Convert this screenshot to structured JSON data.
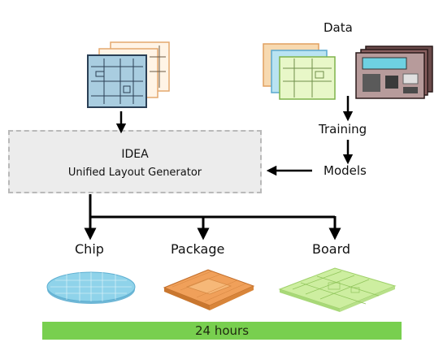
{
  "labels": {
    "data": "Data",
    "training": "Training",
    "models": "Models",
    "chip": "Chip",
    "package": "Package",
    "board": "Board"
  },
  "idea": {
    "title": "IDEA",
    "subtitle": "Unified Layout Generator"
  },
  "timebar": {
    "text": "24 hours"
  },
  "colors": {
    "timebar": "#78cf4f",
    "chip": "#8fd3ea",
    "package": "#f0a05a",
    "board": "#cdeea0",
    "layout_blue": "#a9cde0"
  }
}
